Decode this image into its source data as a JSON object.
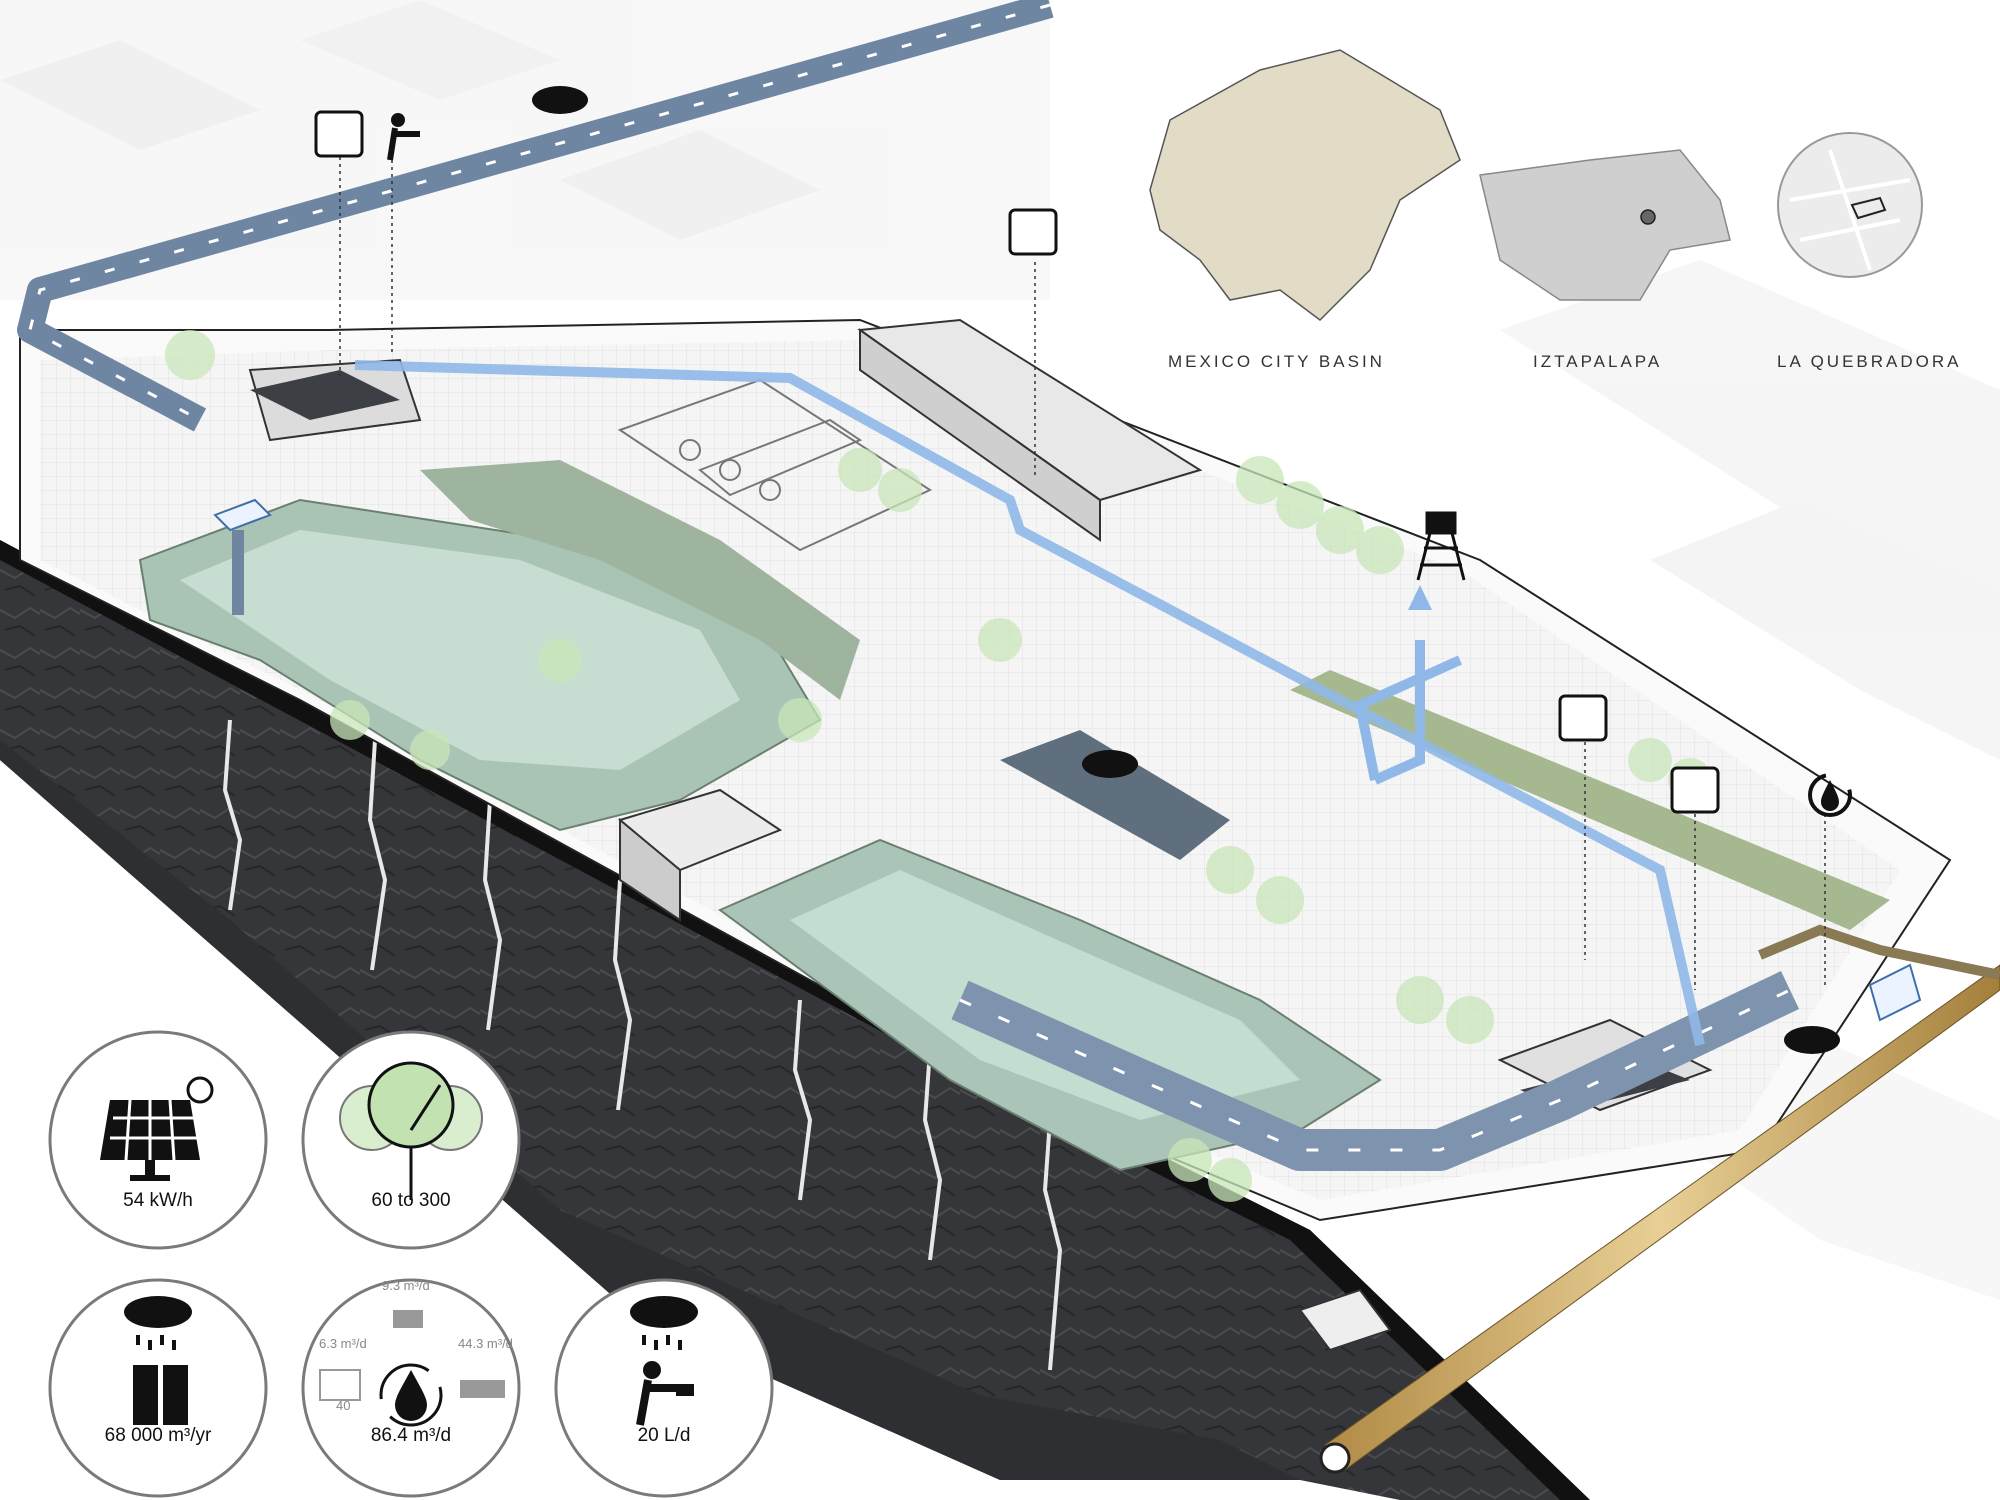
{
  "locator_maps": [
    {
      "label": "MEXICO CITY BASIN"
    },
    {
      "label": "IZTAPALAPA"
    },
    {
      "label": "LA QUEBRADORA"
    }
  ],
  "stats": {
    "solar": {
      "value": "54 kW/h",
      "icon": "solar-panel-icon"
    },
    "trees": {
      "value": "60 to 300",
      "icon": "tree-icon"
    },
    "rain_infiltration": {
      "value": "68 000 m³/yr",
      "icon": "rain-cloud-icon"
    },
    "water_reuse": {
      "value": "86.4 m³/d",
      "top": "9.3 m³/d",
      "left": "6.3 m³/d",
      "right": "44.3 m³/d",
      "left_sub": "40",
      "icon": "recycle-water-icon"
    },
    "drinking": {
      "value": "20 L/d",
      "icon": "drinking-fountain-icon"
    }
  },
  "colors": {
    "water_flow": "#8fb8e8",
    "street_channel": "#6f86a3",
    "bedrock": "#2e3034",
    "pipe": "#d2b070",
    "vegetation": "#b9dca6"
  }
}
